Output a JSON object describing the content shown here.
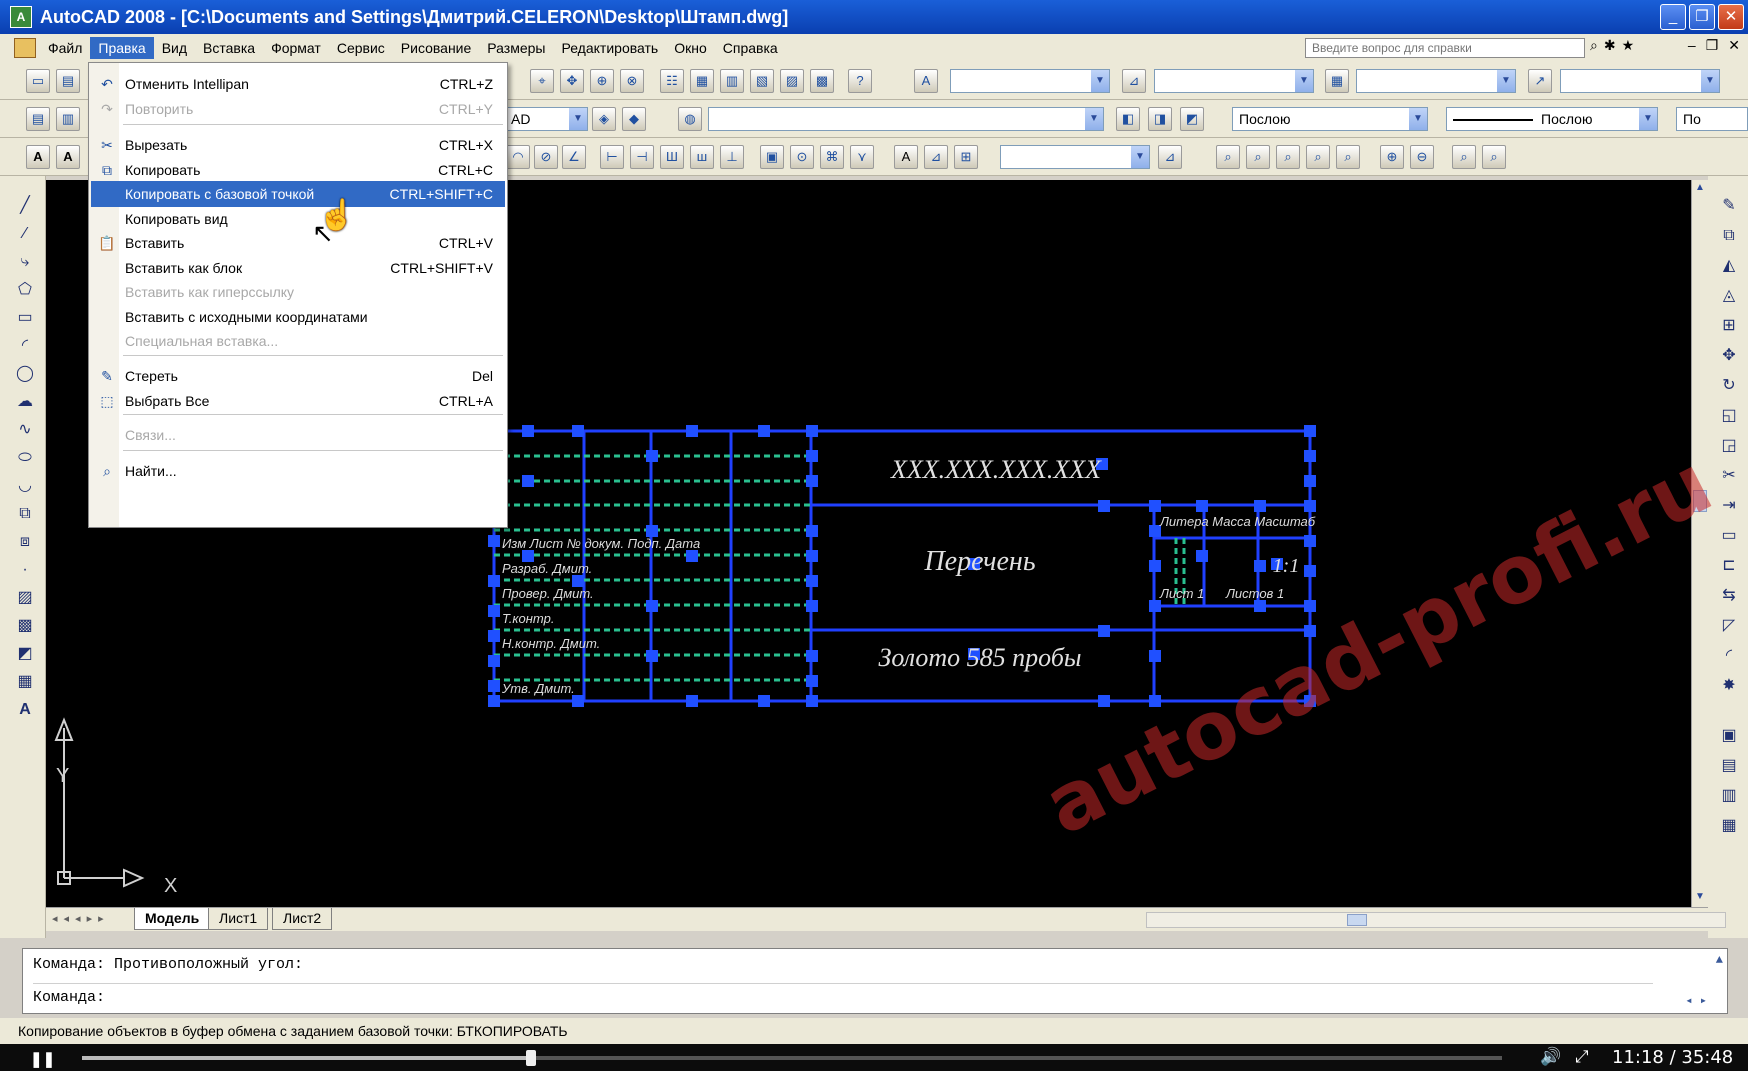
{
  "window": {
    "title": "AutoCAD 2008 - [C:\\Documents and Settings\\Дмитрий.CELERON\\Desktop\\Штамп.dwg]"
  },
  "menubar": {
    "items": [
      "Файл",
      "Правка",
      "Вид",
      "Вставка",
      "Формат",
      "Сервис",
      "Рисование",
      "Размеры",
      "Редактировать",
      "Окно",
      "Справка"
    ],
    "active_index": 1,
    "help_placeholder": "Введите вопрос для справки"
  },
  "toolbar": {
    "layer_combo_value": "AD",
    "linetype_combo_value": "Послою",
    "lineweight_combo_value": "Послою",
    "color_combo_value": "По"
  },
  "edit_menu": {
    "items": [
      {
        "label": "Отменить Intellipan",
        "shortcut": "CTRL+Z",
        "icon": "undo-icon",
        "disabled": false
      },
      {
        "label": "Повторить",
        "shortcut": "CTRL+Y",
        "icon": "redo-icon",
        "disabled": true
      },
      {
        "label": "Вырезать",
        "shortcut": "CTRL+X",
        "icon": "scissors-icon",
        "disabled": false
      },
      {
        "label": "Копировать",
        "shortcut": "CTRL+C",
        "icon": "copy-icon",
        "disabled": false
      },
      {
        "label": "Копировать с базовой точкой",
        "shortcut": "CTRL+SHIFT+C",
        "icon": "",
        "disabled": false,
        "highlighted": true
      },
      {
        "label": "Копировать вид",
        "shortcut": "",
        "icon": "",
        "disabled": false
      },
      {
        "label": "Вставить",
        "shortcut": "CTRL+V",
        "icon": "paste-icon",
        "disabled": false
      },
      {
        "label": "Вставить как блок",
        "shortcut": "CTRL+SHIFT+V",
        "icon": "",
        "disabled": false
      },
      {
        "label": "Вставить как гиперссылку",
        "shortcut": "",
        "icon": "",
        "disabled": true
      },
      {
        "label": "Вставить с исходными координатами",
        "shortcut": "",
        "icon": "",
        "disabled": false
      },
      {
        "label": "Специальная вставка...",
        "shortcut": "",
        "icon": "",
        "disabled": true
      },
      {
        "label": "Стереть",
        "shortcut": "Del",
        "icon": "eraser-icon",
        "disabled": false
      },
      {
        "label": "Выбрать Все",
        "shortcut": "CTRL+A",
        "icon": "select-all-icon",
        "disabled": false
      },
      {
        "label": "Связи...",
        "shortcut": "",
        "icon": "",
        "disabled": true
      },
      {
        "label": "Найти...",
        "shortcut": "",
        "icon": "find-icon",
        "disabled": false
      }
    ]
  },
  "drawing": {
    "texts": [
      "XXX.XXX.XXX.XXX",
      "Перечень",
      "Золото 585 пробы",
      "1:1"
    ],
    "axis_x": "X",
    "axis_y": "Y"
  },
  "tabs": [
    "Модель",
    "Лист1",
    "Лист2"
  ],
  "command": {
    "line1": "Команда: Противоположный угол:",
    "line2": "Команда:"
  },
  "status": {
    "text": "Копирование объектов в буфер обмена с заданием базовой точки: БТКОПИРОВАТЬ"
  },
  "player": {
    "time": "11:18 / 35:48",
    "progress": 0.316
  },
  "watermark": "autocad-profi.ru"
}
